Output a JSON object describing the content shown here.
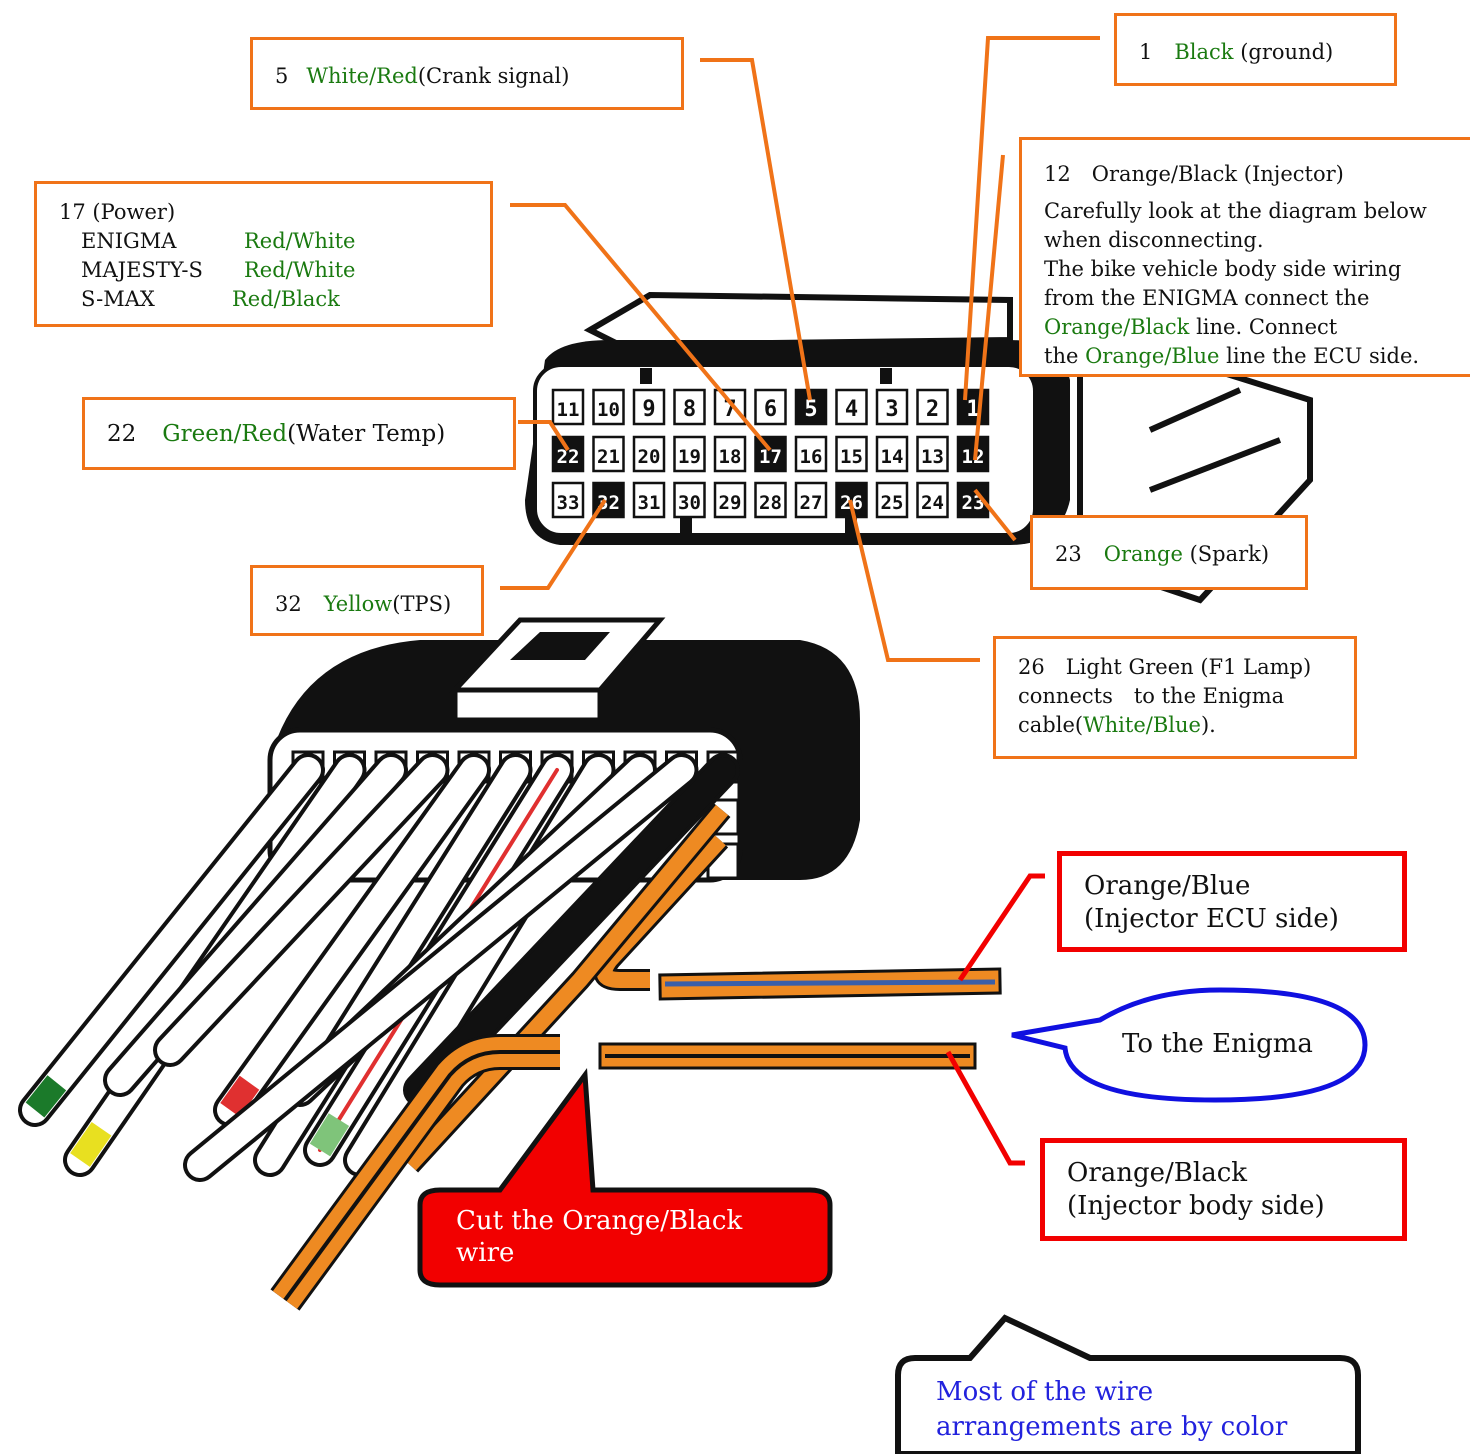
{
  "labels": {
    "pin5": {
      "num": "5",
      "color": "White/Red",
      "desc": "(Crank signal)"
    },
    "pin1": {
      "num": "1",
      "color": "Black",
      "desc": " (ground)"
    },
    "pin12": {
      "title": "12　Orange/Black (Injector)",
      "line1": "Carefully look at the diagram below",
      "line2": "when disconnecting.",
      "line3": "The bike vehicle body side wiring",
      "line4": "from the ENIGMA connect the",
      "line5_color": "Orange/Black",
      "line5_rest": " line. Connect",
      "line6_pre": "the ",
      "line6_color": "Orange/Blue",
      "line6_rest": " line the ECU side."
    },
    "pin17": {
      "title": "17 (Power)",
      "rows": [
        {
          "model": "ENIGMA",
          "color": "Red/White"
        },
        {
          "model": "MAJESTY-S",
          "color": "Red/White"
        },
        {
          "model": "S-MAX",
          "color": "Red/Black"
        }
      ]
    },
    "pin22": {
      "num": "22",
      "color": "Green/Red",
      "desc": "(Water Temp)"
    },
    "pin23": {
      "num": "23",
      "color": "Orange",
      "desc": " (Spark)"
    },
    "pin32": {
      "num": "32",
      "color": "Yellow",
      "desc": "(TPS)"
    },
    "pin26": {
      "line1": "26　Light Green (F1 Lamp)",
      "line2": "connects　to the Enigma",
      "line3_pre": "cable(",
      "line3_color": "White/Blue",
      "line3_post": ")."
    }
  },
  "wire_labels": {
    "orange_blue": {
      "line1": "Orange/Blue",
      "line2": "(Injector ECU side)"
    },
    "orange_black": {
      "line1": "Orange/Black",
      "line2": "(Injector body side)"
    }
  },
  "callouts": {
    "to_enigma": "To the Enigma",
    "cut": {
      "line1": "Cut the Orange/Black",
      "line2": "wire"
    },
    "note": {
      "line1": "Most of the wire",
      "line2": "arrangements are by color"
    }
  },
  "connector_pins": {
    "row1": [
      "11",
      "10",
      "9",
      "8",
      "7",
      "6",
      "5",
      "4",
      "3",
      "2",
      "1"
    ],
    "row2": [
      "22",
      "21",
      "20",
      "19",
      "18",
      "17",
      "16",
      "15",
      "14",
      "13",
      "12"
    ],
    "row3": [
      "33",
      "32",
      "31",
      "30",
      "29",
      "28",
      "27",
      "26",
      "25",
      "24",
      "23"
    ],
    "highlighted": [
      "5",
      "1",
      "22",
      "17",
      "12",
      "32",
      "26",
      "23"
    ]
  },
  "colors": {
    "leader": "#f07318",
    "label_green": "#1a7a10",
    "red": "#f20000",
    "blue_outline": "#1010e0",
    "note_text": "#2222dd",
    "wire_orange": "#ee8a22"
  }
}
